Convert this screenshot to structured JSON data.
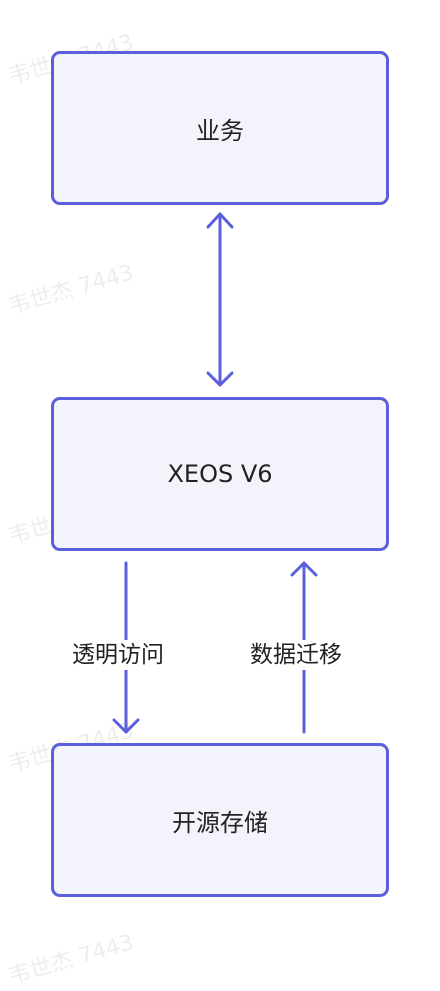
{
  "nodes": {
    "business": "业务",
    "xeos": "XEOS V6",
    "storage": "开源存储"
  },
  "edges": {
    "transparent_access": "透明访问",
    "data_migration": "数据迁移"
  },
  "watermark": "韦世杰 7443",
  "colors": {
    "accent": "#5b5fdc",
    "box_fill": "#f3f3fb",
    "text": "#222222"
  }
}
